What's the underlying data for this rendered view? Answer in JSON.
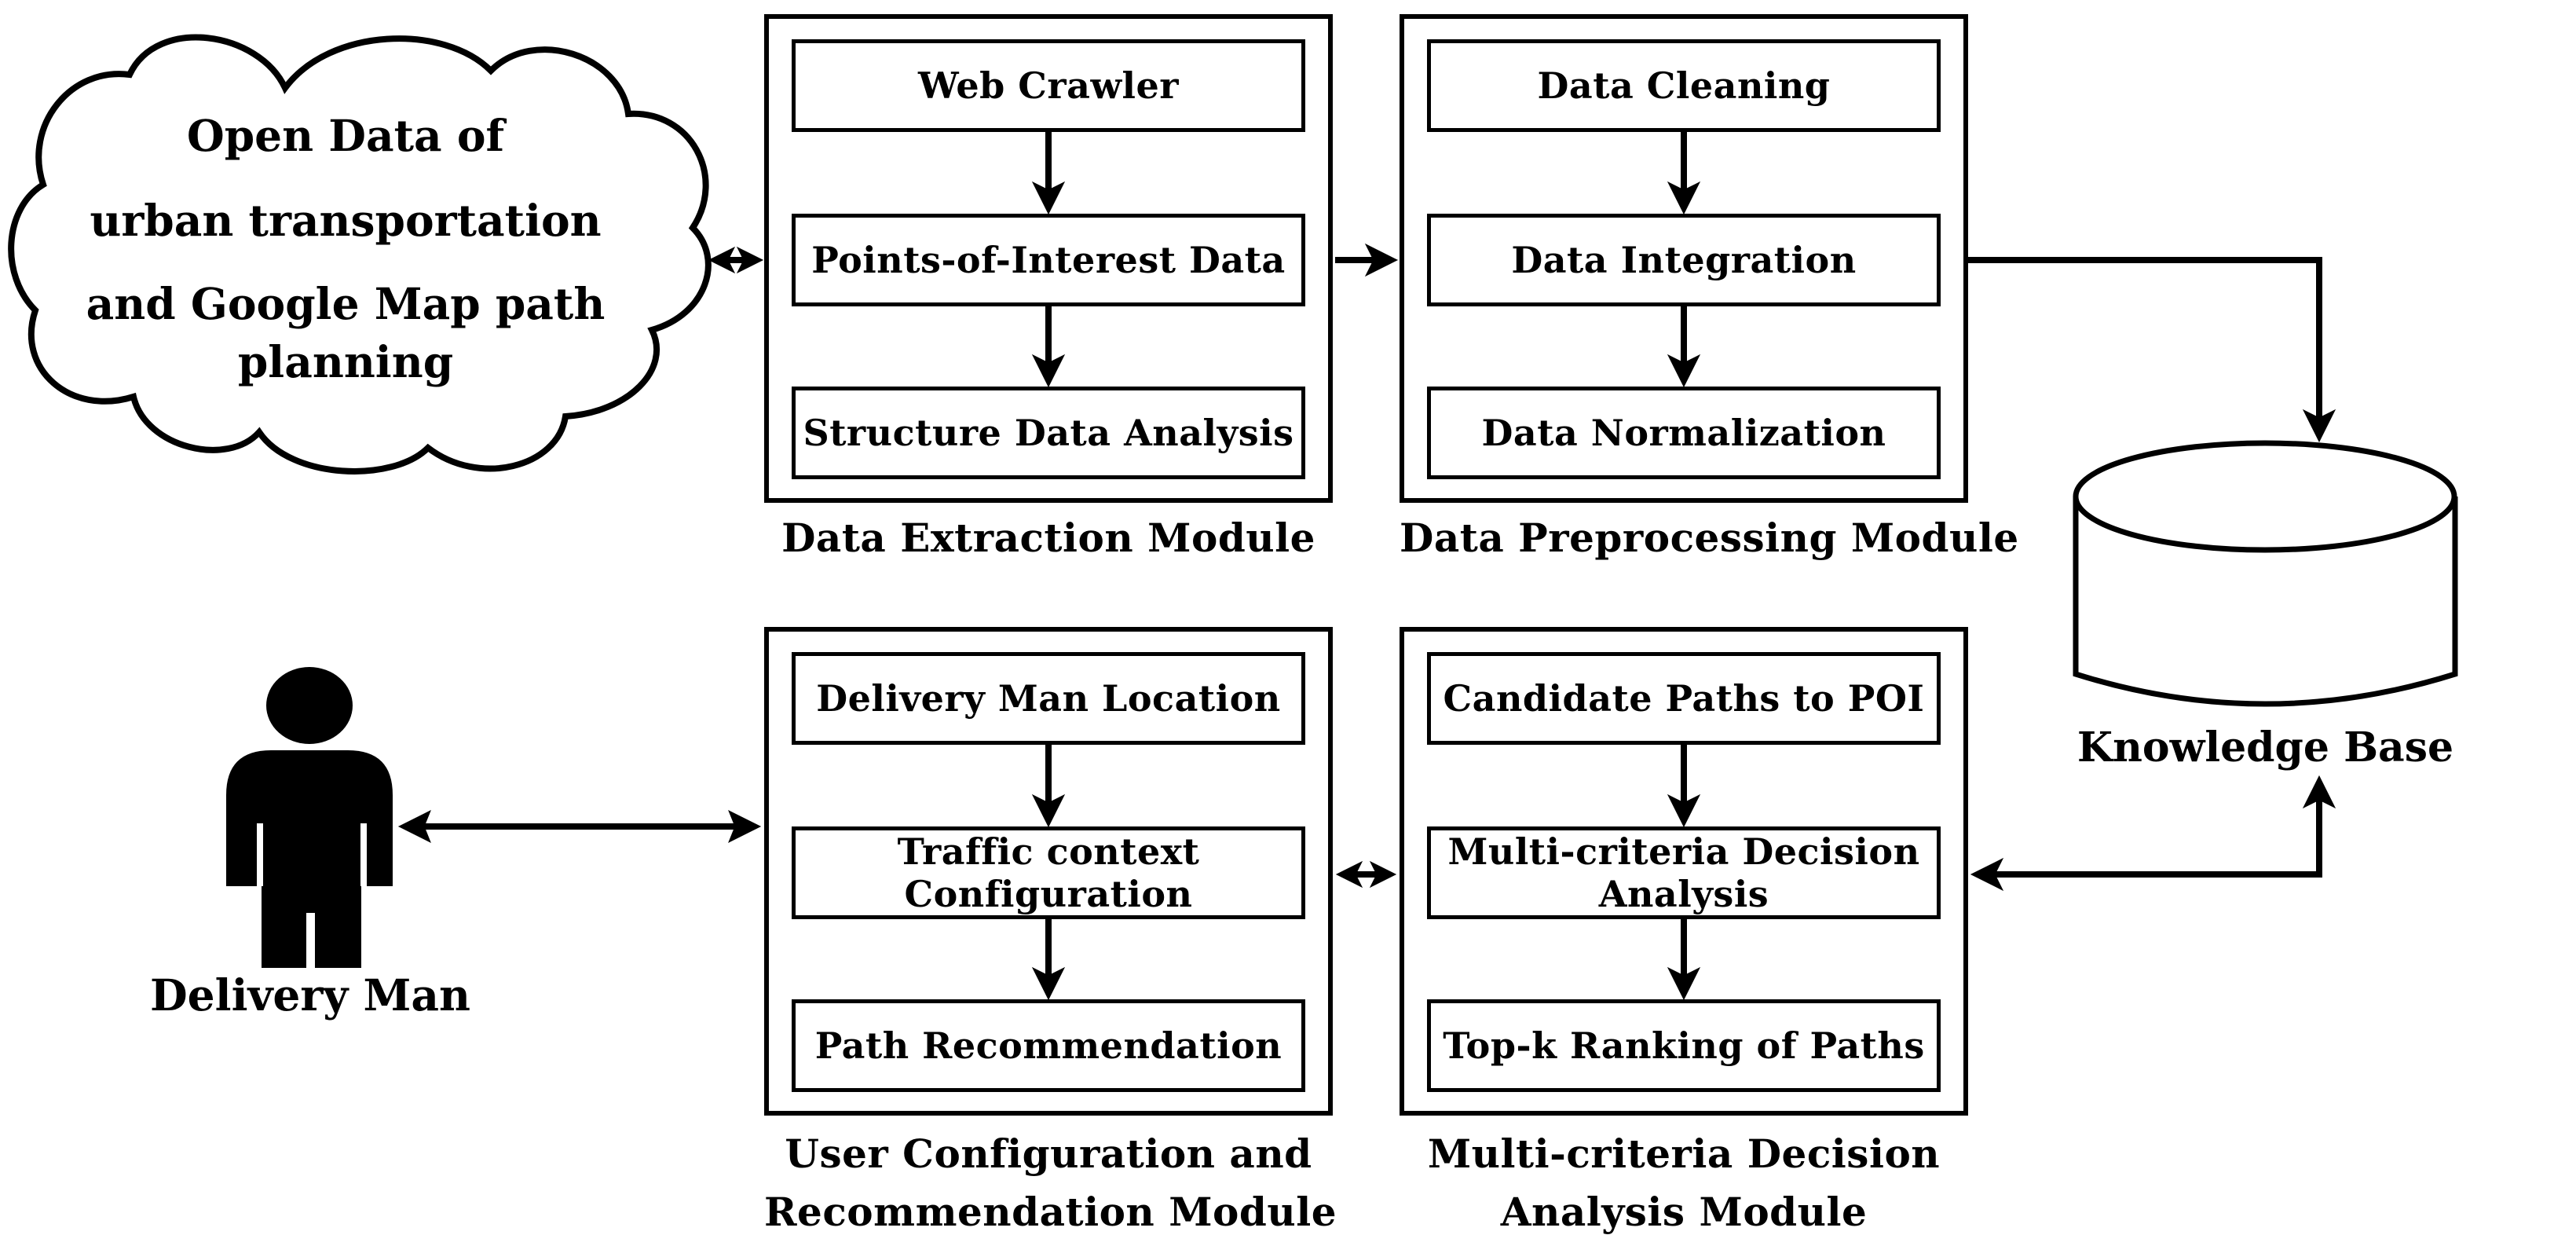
{
  "colors": {
    "ink": "#000000",
    "background": "#ffffff"
  },
  "cloud": {
    "lines": [
      "Open Data of",
      "urban transportation",
      "and Google Map path",
      "planning"
    ]
  },
  "actors": {
    "delivery_man_label": "Delivery Man"
  },
  "datastore": {
    "label": "Knowledge Base"
  },
  "modules": {
    "data_extraction": {
      "label_lines": [
        "Data Extraction Module"
      ],
      "boxes": [
        {
          "lines": [
            "Web Crawler"
          ]
        },
        {
          "lines": [
            "Points-of-Interest Data"
          ]
        },
        {
          "lines": [
            "Structure Data Analysis"
          ]
        }
      ]
    },
    "data_preprocessing": {
      "label_lines": [
        "Data Preprocessing Module"
      ],
      "boxes": [
        {
          "lines": [
            "Data Cleaning"
          ]
        },
        {
          "lines": [
            "Data Integration"
          ]
        },
        {
          "lines": [
            "Data Normalization"
          ]
        }
      ]
    },
    "user_configuration": {
      "label_lines": [
        "User Configuration and",
        "Recommendation Module"
      ],
      "boxes": [
        {
          "lines": [
            "Delivery Man Location"
          ]
        },
        {
          "lines": [
            "Traffic context",
            "Configuration"
          ]
        },
        {
          "lines": [
            "Path Recommendation"
          ]
        }
      ]
    },
    "mcda": {
      "label_lines": [
        "Multi-criteria Decision",
        "Analysis Module"
      ],
      "boxes": [
        {
          "lines": [
            "Candidate Paths to POI"
          ]
        },
        {
          "lines": [
            "Multi-criteria Decision",
            "Analysis"
          ]
        },
        {
          "lines": [
            "Top-k Ranking of Paths"
          ]
        }
      ]
    }
  }
}
